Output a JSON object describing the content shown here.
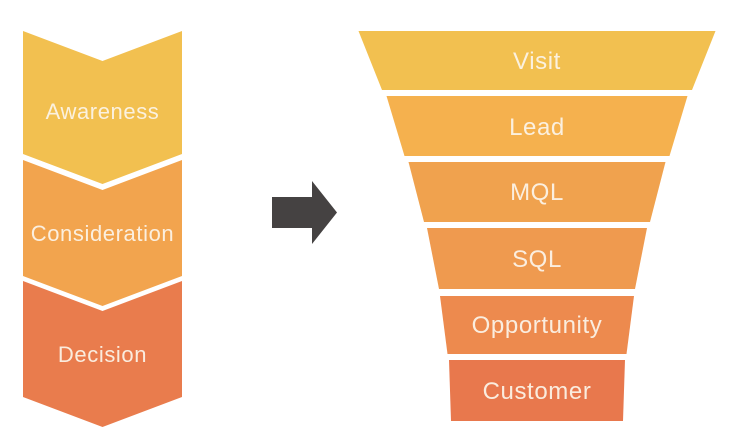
{
  "text_color": "#FCF5EA",
  "stages": [
    {
      "label": "Awareness",
      "color": "#F2C050"
    },
    {
      "label": "Consideration",
      "color": "#F2A44E"
    },
    {
      "label": "Decision",
      "color": "#E97C4D"
    }
  ],
  "arrow": {
    "name": "right-arrow",
    "color": "#454242"
  },
  "funnel": [
    {
      "label": "Visit",
      "color": "#F2C050"
    },
    {
      "label": "Lead",
      "color": "#F5B14E"
    },
    {
      "label": "MQL",
      "color": "#F0A24E"
    },
    {
      "label": "SQL",
      "color": "#EF9A4F"
    },
    {
      "label": "Opportunity",
      "color": "#ED8A4E"
    },
    {
      "label": "Customer",
      "color": "#E8784D"
    }
  ]
}
